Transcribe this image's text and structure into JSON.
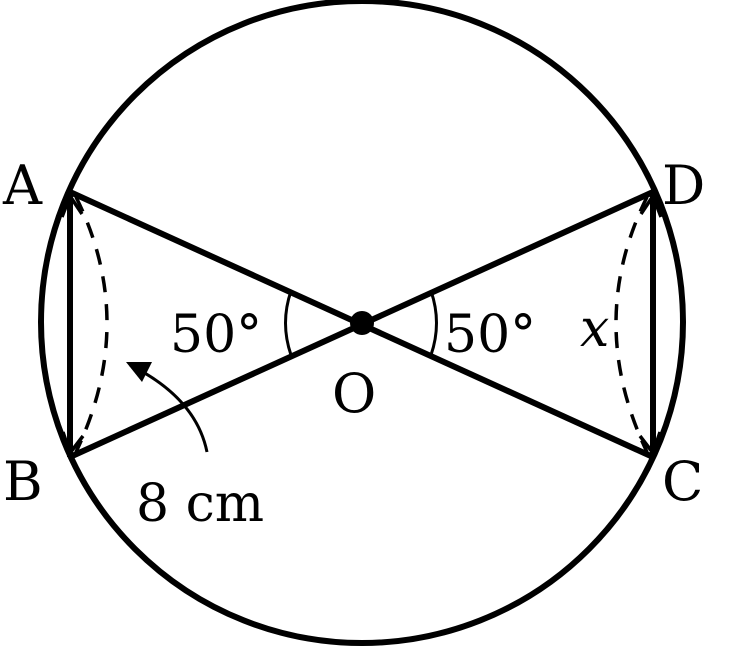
{
  "points": {
    "A": "A",
    "B": "B",
    "C": "C",
    "D": "D",
    "O": "O"
  },
  "angles": {
    "AOB": "50°",
    "DOC": "50°"
  },
  "unknown": "x",
  "length_label": "8 cm",
  "colors": {
    "ink": "#000000",
    "background": "#ffffff"
  }
}
